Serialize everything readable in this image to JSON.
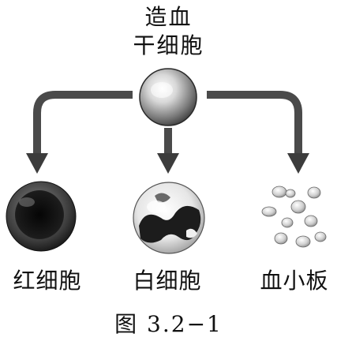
{
  "title": {
    "line1": "造血",
    "line2": "干细胞"
  },
  "cells": {
    "red_blood_cell": "红细胞",
    "white_blood_cell": "白细胞",
    "platelet": "血小板"
  },
  "caption": "图 3.2−1"
}
